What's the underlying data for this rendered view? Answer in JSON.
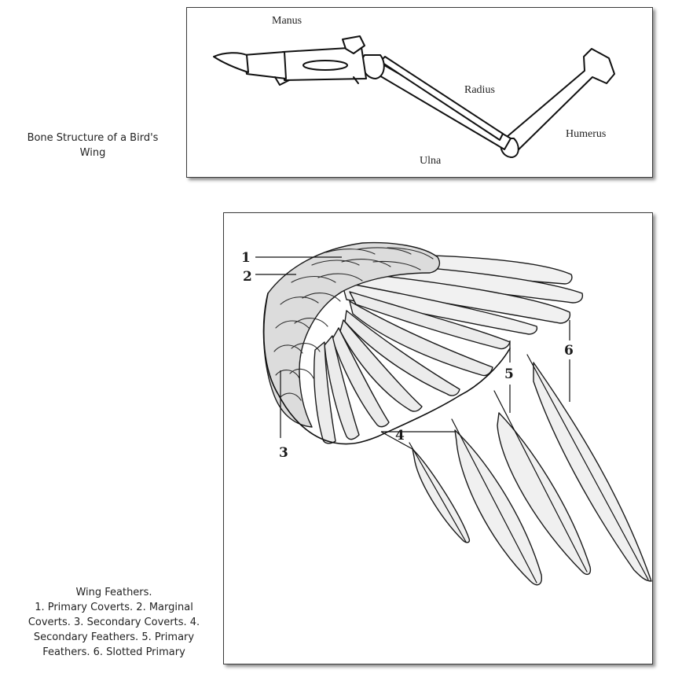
{
  "bone_diagram": {
    "caption_lines": [
      "Bone Structure of a Bird's",
      "Wing"
    ],
    "labels": {
      "manus": "Manus",
      "radius": "Radius",
      "ulna": "Ulna",
      "humerus": "Humerus"
    }
  },
  "feather_diagram": {
    "caption_lines": [
      "Wing Feathers.",
      "1. Primary Coverts. 2. Marginal",
      "Coverts. 3. Secondary Coverts. 4.",
      "Secondary Feathers. 5. Primary",
      "Feathers. 6. Slotted Primary"
    ],
    "callouts": [
      "1",
      "2",
      "3",
      "4",
      "5",
      "6"
    ]
  }
}
